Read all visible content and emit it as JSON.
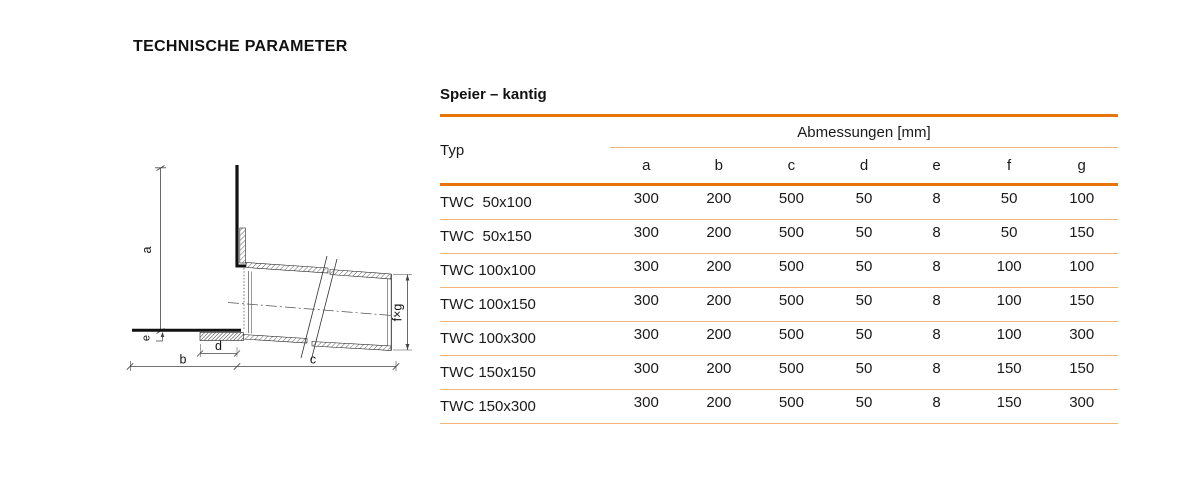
{
  "page": {
    "title": "TECHNISCHE PARAMETER"
  },
  "table": {
    "title": "Speier – kantig",
    "typ_header": "Typ",
    "group_header": "Abmessungen [mm]",
    "columns": [
      "a",
      "b",
      "c",
      "d",
      "e",
      "f",
      "g"
    ],
    "rows": [
      {
        "typ": "TWC  50x100",
        "values": [
          "300",
          "200",
          "500",
          "50",
          "8",
          "50",
          "100"
        ]
      },
      {
        "typ": "TWC  50x150",
        "values": [
          "300",
          "200",
          "500",
          "50",
          "8",
          "50",
          "150"
        ]
      },
      {
        "typ": "TWC 100x100",
        "values": [
          "300",
          "200",
          "500",
          "50",
          "8",
          "100",
          "100"
        ]
      },
      {
        "typ": "TWC 100x150",
        "values": [
          "300",
          "200",
          "500",
          "50",
          "8",
          "100",
          "150"
        ]
      },
      {
        "typ": "TWC 100x300",
        "values": [
          "300",
          "200",
          "500",
          "50",
          "8",
          "100",
          "300"
        ]
      },
      {
        "typ": "TWC 150x150",
        "values": [
          "300",
          "200",
          "500",
          "50",
          "8",
          "150",
          "150"
        ]
      },
      {
        "typ": "TWC 150x300",
        "values": [
          "300",
          "200",
          "500",
          "50",
          "8",
          "150",
          "300"
        ]
      }
    ]
  },
  "diagram": {
    "labels": {
      "a": "a",
      "b": "b",
      "c": "c",
      "d": "d",
      "e": "e",
      "fg": "f×g"
    }
  },
  "colors": {
    "accent_strong": "#e87408",
    "accent_light": "#f3b57d",
    "text": "#1a1a1a"
  }
}
